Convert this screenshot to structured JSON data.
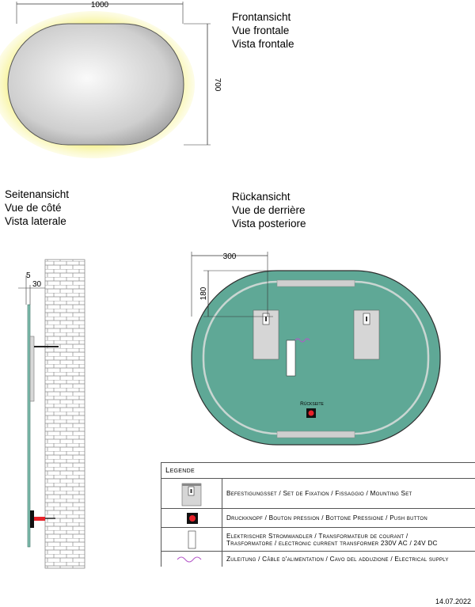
{
  "front_view": {
    "titles": [
      "Frontansicht",
      "Vue frontale",
      "Vista frontale"
    ],
    "width_label": "1000",
    "height_label": "700"
  },
  "side_view": {
    "titles": [
      "Seitenansicht",
      "Vue de côté",
      "Vista laterale"
    ],
    "dim_top": "5",
    "dim_depth": "30"
  },
  "back_view": {
    "titles": [
      "Rückansicht",
      "Vue de derrière",
      "Vista posteriore"
    ],
    "dim_horizontal": "300",
    "dim_vertical": "180",
    "button_label": "Rückseite"
  },
  "legend": {
    "title": "Legende",
    "items": [
      {
        "icon": "mounting-set-icon",
        "text": [
          "Befestigungsset / Set de Fixation / Fissaggio / Mounting Set"
        ]
      },
      {
        "icon": "push-button-icon",
        "text": [
          "Druckknopf / Bouton pression / Bottone Pressione / Push button"
        ]
      },
      {
        "icon": "transformer-icon",
        "text": [
          "Elektrischer Stromwandler / Transformateur de courant /",
          "Trasformatore / electronic current transformer 230V AC / 24V DC"
        ]
      },
      {
        "icon": "cable-icon",
        "text": [
          "Zuleitung / Câble d'alimentation / Cavo del adduzione / Electrical supply"
        ]
      }
    ]
  },
  "colors": {
    "mirror_glow": "#f4ef78",
    "back_panel": "#5fa896",
    "button": "#e8222a",
    "cable": "#b456c8"
  },
  "date": "14.07.2022"
}
